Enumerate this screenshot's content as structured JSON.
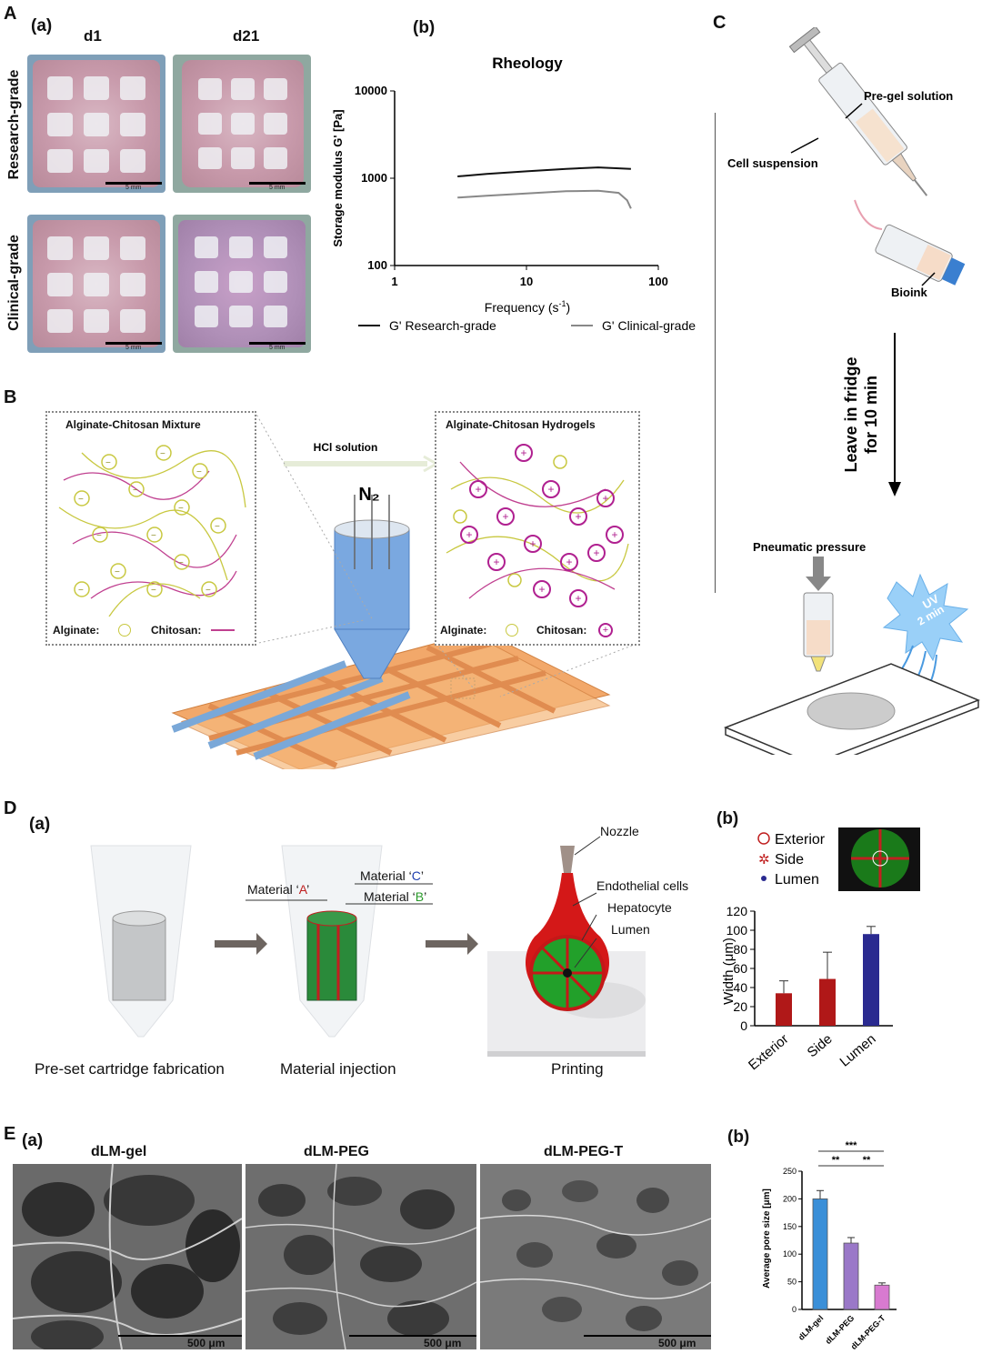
{
  "panelA": {
    "letter": "A",
    "a_label": "(a)",
    "b_label": "(b)",
    "col_d1": "d1",
    "col_d21": "d21",
    "row_research": "Research-grade",
    "row_clinical": "Clinical-grade",
    "scale_label": "5 mm"
  },
  "rheology": {
    "chart_data": {
      "type": "line",
      "title": "Rheology",
      "xlabel": "Frequency (s-1)",
      "ylabel": "Storage modulus G' [Pa]",
      "xscale": "log",
      "yscale": "log",
      "xlim": [
        1,
        100
      ],
      "ylim": [
        100,
        10000
      ],
      "xticks": [
        "1",
        "10",
        "100"
      ],
      "yticks": [
        "100",
        "1000",
        "10000"
      ],
      "legend_position": "bottom",
      "series": [
        {
          "name": "G' Research-grade",
          "color": "#111111",
          "x": [
            3,
            5,
            10,
            20,
            35,
            50,
            62
          ],
          "y": [
            1050,
            1120,
            1200,
            1280,
            1330,
            1300,
            1280
          ]
        },
        {
          "name": "G' Clinical-grade",
          "color": "#888888",
          "x": [
            3,
            5,
            10,
            20,
            35,
            50,
            58,
            62
          ],
          "y": [
            600,
            630,
            670,
            710,
            720,
            680,
            560,
            450
          ]
        }
      ]
    }
  },
  "panelC": {
    "letter": "C",
    "pregel": "Pre-gel solution",
    "cell_suspension": "Cell suspension",
    "bioink": "Bioink",
    "fridge": "Leave in fridge for 10 min",
    "fridge_line1": "Leave in fridge",
    "fridge_line2": "for 10 min",
    "pneumatic": "Pneumatic pressure",
    "uv": "UV",
    "uv_time": "2 min"
  },
  "panelB": {
    "letter": "B",
    "mixture_title": "Alginate-Chitosan Mixture",
    "hydrogel_title": "Alginate-Chitosan Hydrogels",
    "hcl": "HCl solution",
    "n2": "N₂",
    "alginate": "Alginate:",
    "chitosan": "Chitosan:"
  },
  "panelD": {
    "letter": "D",
    "a_label": "(a)",
    "b_label": "(b)",
    "step1": "Pre-set cartridge fabrication",
    "step2": "Material injection",
    "step3": "Printing",
    "matA_prefix": "Material ‘",
    "matA_letter": "A",
    "matB_letter": "B",
    "matC_letter": "C",
    "mat_suffix": "’",
    "nozzle": "Nozzle",
    "endothelial": "Endothelial cells",
    "hepatocyte": "Hepatocyte",
    "lumen": "Lumen",
    "legend_exterior": "Exterior",
    "legend_side": "Side",
    "legend_lumen": "Lumen",
    "chart_data": {
      "type": "bar",
      "categories": [
        "Exterior",
        "Side",
        "Lumen"
      ],
      "values": [
        34,
        49,
        96
      ],
      "errors": [
        13,
        28,
        8
      ],
      "colors": [
        "#b01818",
        "#b01818",
        "#2a2a90"
      ],
      "ylabel": "Width (μm)",
      "ylim": [
        0,
        120
      ],
      "yticks": [
        "0",
        "20",
        "40",
        "60",
        "80",
        "100",
        "120"
      ]
    }
  },
  "panelE": {
    "letter": "E",
    "a_label": "(a)",
    "b_label": "(b)",
    "img1": "dLM-gel",
    "img2": "dLM-PEG",
    "img3": "dLM-PEG-T",
    "scale": "500 μm",
    "chart_data": {
      "type": "bar",
      "categories": [
        "dLM-gel",
        "dLM-PEG",
        "dLM-PEG-T"
      ],
      "values": [
        200,
        120,
        44
      ],
      "errors": [
        15,
        10,
        4
      ],
      "colors": [
        "#3a8fd8",
        "#9a78c8",
        "#d87ad0"
      ],
      "ylabel": "Average pore size [μm]",
      "ylim": [
        0,
        250
      ],
      "yticks": [
        "0",
        "50",
        "100",
        "150",
        "200",
        "250"
      ],
      "significance": [
        "**",
        "**",
        "***"
      ]
    }
  }
}
